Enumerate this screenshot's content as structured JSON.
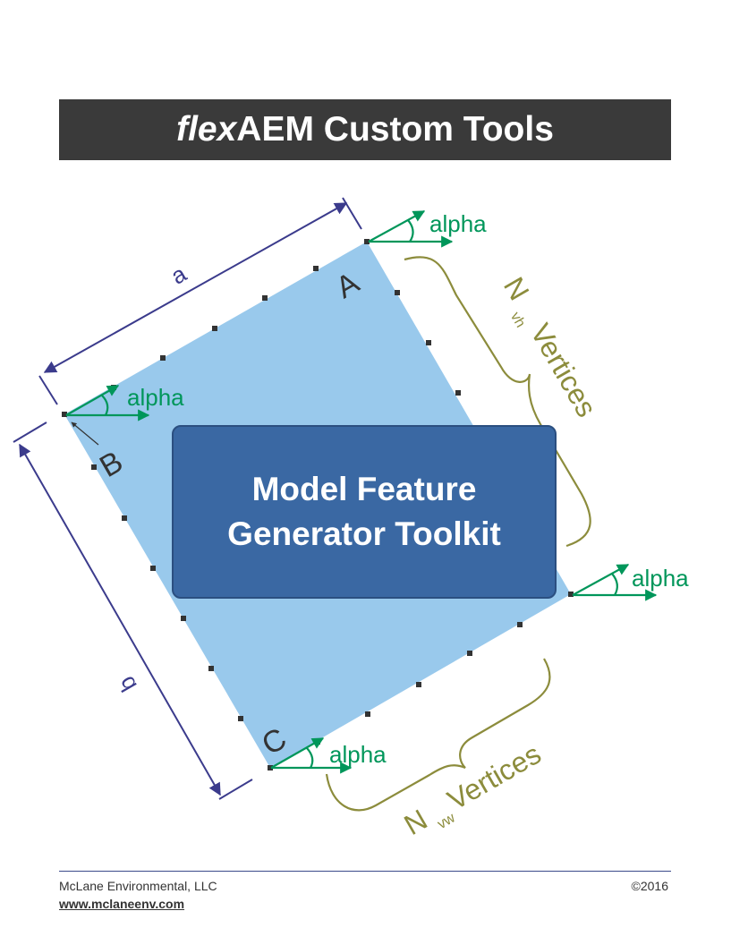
{
  "header": {
    "title_italic": "flex",
    "title_rest": "AEM Custom Tools"
  },
  "diagram": {
    "label_a": "a",
    "label_b_side": "b",
    "corner_A": "A",
    "corner_B": "B",
    "corner_C": "C",
    "angle_label": "alpha",
    "n_vh_N": "N",
    "n_vh_sub": "vh",
    "n_vh_text": "Vertices",
    "n_vw_N": "N",
    "n_vw_sub": "vw",
    "n_vw_text": "Vertices",
    "colors": {
      "fill": "#99c9ec",
      "dimension": "#3b3b8c",
      "angle": "#00965a",
      "brace": "#8c8c3c",
      "vertex": "#333333"
    }
  },
  "toolkit": {
    "line1": "Model Feature",
    "line2": "Generator Toolkit"
  },
  "footer": {
    "company": "McLane Environmental,  LLC",
    "url": "www.mclaneenv.com",
    "copyright": "©2016"
  }
}
